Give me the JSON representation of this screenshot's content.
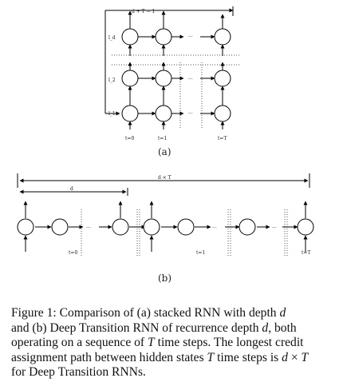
{
  "diagram_a": {
    "span_label": "d + T − 1",
    "layer_labels": [
      "l_d",
      "l_2",
      "l_1"
    ],
    "ellipsis": "···",
    "time_labels": [
      "t=0",
      "t=1",
      "t=T"
    ],
    "caption": "(a)"
  },
  "diagram_b": {
    "outer_span_label": "d × T",
    "inner_span_label": "d",
    "ellipsis": "···",
    "time_labels": [
      "t=0",
      "t=1",
      "t=T"
    ],
    "caption": "(b)"
  },
  "caption": {
    "line1_a": "Figure 1: Comparison of (a) stacked RNN with depth ",
    "line1_var": "d",
    "line2_a": "and (b) Deep Transition RNN of recurrence depth ",
    "line2_var": "d",
    "line2_b": ", both",
    "line3_a": "operating on a sequence of ",
    "line3_var": "T",
    "line3_b": " time steps. The longest credit",
    "line4": "assignment path between hidden states ",
    "line4_var": "T",
    "line4_b": " time steps is ",
    "line4_var2": "d",
    "line4_op": " × ",
    "line4_var3": "T",
    "line5": "for Deep Transition RNNs."
  }
}
